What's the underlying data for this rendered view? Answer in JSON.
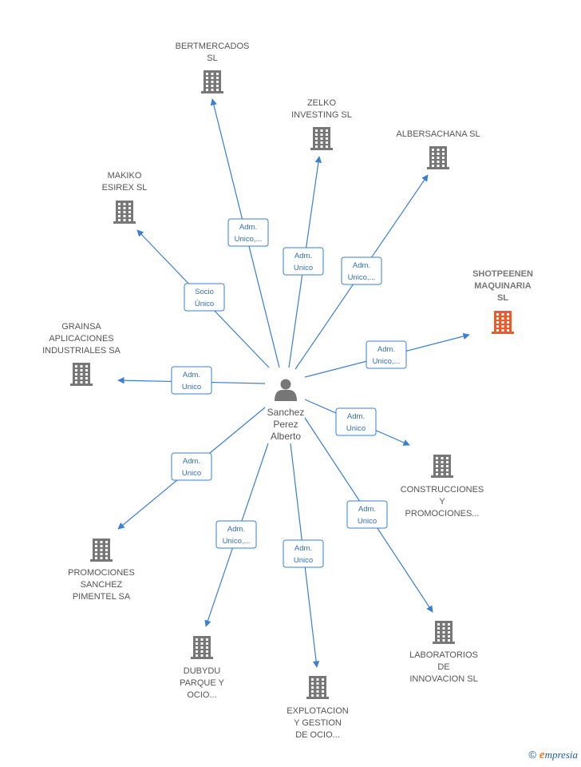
{
  "center": {
    "name_lines": [
      "Sanchez",
      "Perez",
      "Alberto"
    ],
    "icon": "person-icon"
  },
  "colors": {
    "edge": "#3a7fd5",
    "company": "#777777",
    "highlight": "#f05a28"
  },
  "companies": [
    {
      "id": "bertmercados",
      "lines": [
        "BERTMERCADOS",
        "SL"
      ],
      "highlight": false,
      "role_lines": [
        "Adm.",
        "Unico,..."
      ]
    },
    {
      "id": "zelko",
      "lines": [
        "ZELKO",
        "INVESTING  SL"
      ],
      "highlight": false,
      "role_lines": [
        "Adm.",
        "Unico"
      ]
    },
    {
      "id": "albersachana",
      "lines": [
        "ALBERSACHANA SL"
      ],
      "highlight": false,
      "role_lines": [
        "Adm.",
        "Unico,..."
      ]
    },
    {
      "id": "makiko",
      "lines": [
        "MAKIKO",
        "ESIREX  SL"
      ],
      "highlight": false,
      "role_lines": [
        "Socio",
        "Único"
      ]
    },
    {
      "id": "shotpeenen",
      "lines": [
        "SHOTPEENEN",
        "MAQUINARIA",
        "SL"
      ],
      "highlight": true,
      "role_lines": [
        "Adm.",
        "Unico,..."
      ]
    },
    {
      "id": "grainsa",
      "lines": [
        "GRAINSA",
        "APLICACIONES",
        "INDUSTRIALES SA"
      ],
      "highlight": false,
      "role_lines": [
        "Adm.",
        "Unico"
      ]
    },
    {
      "id": "construcciones",
      "lines": [
        "CONSTRUCCIONES",
        "Y",
        "PROMOCIONES..."
      ],
      "highlight": false,
      "role_lines": [
        "Adm.",
        "Unico"
      ]
    },
    {
      "id": "promociones",
      "lines": [
        "PROMOCIONES",
        "SANCHEZ",
        "PIMENTEL SA"
      ],
      "highlight": false,
      "role_lines": [
        "Adm.",
        "Unico"
      ]
    },
    {
      "id": "dubydu",
      "lines": [
        "DUBYDU",
        "PARQUE Y",
        "OCIO..."
      ],
      "highlight": false,
      "role_lines": [
        "Adm.",
        "Unico,..."
      ]
    },
    {
      "id": "explotacion",
      "lines": [
        "EXPLOTACION",
        "Y GESTION",
        "DE OCIO..."
      ],
      "highlight": false,
      "role_lines": [
        "Adm.",
        "Unico"
      ]
    },
    {
      "id": "laboratorios",
      "lines": [
        "LABORATORIOS",
        "DE",
        "INNOVACION  SL"
      ],
      "highlight": false,
      "role_lines": [
        "Adm.",
        "Unico"
      ]
    }
  ],
  "copyright": {
    "symbol": "©",
    "brand_initial": "e",
    "brand_rest": "mpresia"
  }
}
